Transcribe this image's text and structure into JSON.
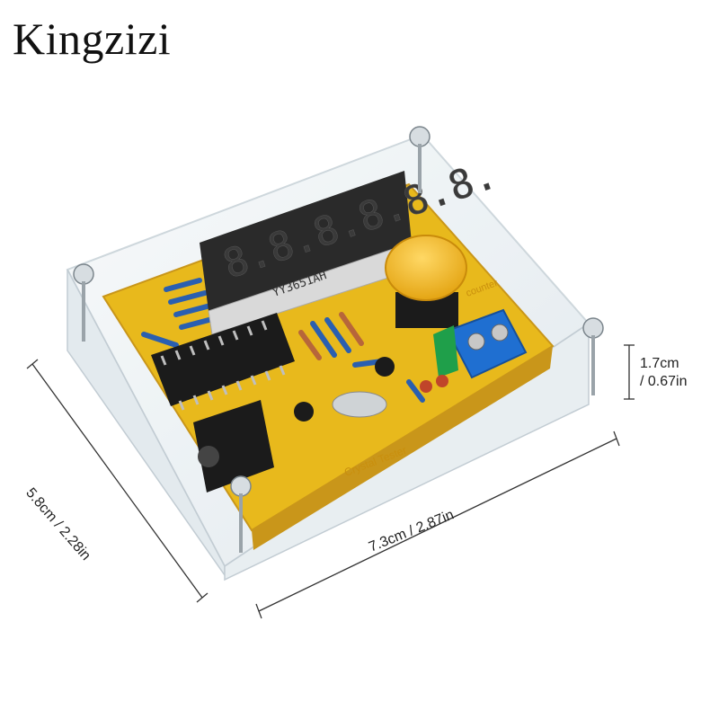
{
  "brand": {
    "name": "Kingzizi"
  },
  "product": {
    "display_chip_label": "YY3651AH",
    "pcb_text_1": "Crystal Tester",
    "pcb_text_2": "counter",
    "display_digits": "8.8.8.8.8.8."
  },
  "dimensions": {
    "depth": "5.8cm / 2.28in",
    "width": "7.3cm / 2.87in",
    "height_line1": "1.7cm",
    "height_line2": "/ 0.67in"
  },
  "colors": {
    "pcb": "#e8b91c",
    "pcb_dark": "#c9961a",
    "button": "#f2b516",
    "terminal": "#1f6fd1",
    "terminal_green": "#1f9f4a",
    "display": "#2a2a2a",
    "chip": "#1b1b1b",
    "acrylic": "#eef3f6"
  }
}
